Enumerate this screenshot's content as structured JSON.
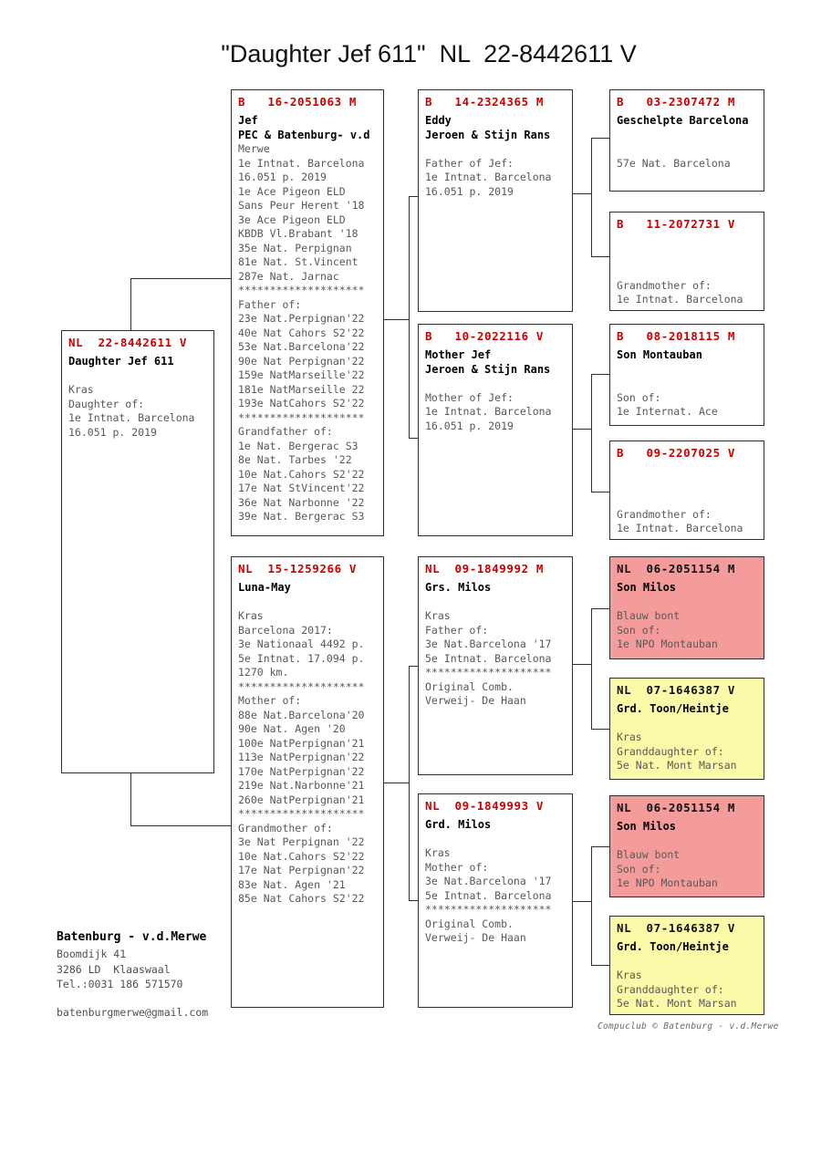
{
  "title": "\"Daughter Jef 611\"  NL  22-8442611 V",
  "colors": {
    "header_red": "#cc0000",
    "text_gray": "#585858",
    "pink": "#f49c9c",
    "yellow": "#fafaa8",
    "line": "#2e2e2e"
  },
  "boxes": [
    {
      "name": "Daughter Jef 611",
      "ring": "NL  22-8442611 V",
      "bg": "white",
      "header_color": "red",
      "lines": [
        {
          "t": "Daughter Jef 611",
          "b": true
        },
        {
          "t": "",
          "b": false
        },
        {
          "t": "Kras",
          "b": false
        },
        {
          "t": "Daughter of:",
          "b": false
        },
        {
          "t": "1e Intnat. Barcelona",
          "b": false
        },
        {
          "t": "16.051 p. 2019",
          "b": false
        }
      ]
    },
    {
      "name": "Jef",
      "ring": "B   16-2051063 M",
      "bg": "white",
      "header_color": "red",
      "lines": [
        {
          "t": "Jef",
          "b": true
        },
        {
          "t": "PEC & Batenburg- v.d",
          "b": true
        },
        {
          "t": "Merwe",
          "b": false
        },
        {
          "t": "1e Intnat. Barcelona",
          "b": false
        },
        {
          "t": "16.051 p. 2019",
          "b": false
        },
        {
          "t": "1e Ace Pigeon ELD",
          "b": false
        },
        {
          "t": "Sans Peur Herent '18",
          "b": false
        },
        {
          "t": "3e Ace Pigeon ELD",
          "b": false
        },
        {
          "t": "KBDB Vl.Brabant '18",
          "b": false
        },
        {
          "t": "35e Nat. Perpignan",
          "b": false
        },
        {
          "t": "81e Nat. St.Vincent",
          "b": false
        },
        {
          "t": "287e Nat. Jarnac",
          "b": false
        },
        {
          "t": "********************",
          "b": false
        },
        {
          "t": "Father of:",
          "b": false
        },
        {
          "t": "23e Nat.Perpignan'22",
          "b": false
        },
        {
          "t": "40e Nat Cahors S2'22",
          "b": false
        },
        {
          "t": "53e Nat.Barcelona'22",
          "b": false
        },
        {
          "t": "90e Nat Perpignan'22",
          "b": false
        },
        {
          "t": "159e NatMarseille'22",
          "b": false
        },
        {
          "t": "181e NatMarseille 22",
          "b": false
        },
        {
          "t": "193e NatCahors S2'22",
          "b": false
        },
        {
          "t": "********************",
          "b": false
        },
        {
          "t": "Grandfather of:",
          "b": false
        },
        {
          "t": "1e Nat. Bergerac S3",
          "b": false
        },
        {
          "t": "8e Nat. Tarbes '22",
          "b": false
        },
        {
          "t": "10e Nat.Cahors S2'22",
          "b": false
        },
        {
          "t": "17e Nat StVincent'22",
          "b": false
        },
        {
          "t": "36e Nat Narbonne '22",
          "b": false
        },
        {
          "t": "39e Nat. Bergerac S3",
          "b": false
        }
      ]
    },
    {
      "name": "Luna-May",
      "ring": "NL  15-1259266 V",
      "bg": "white",
      "header_color": "red",
      "lines": [
        {
          "t": "Luna-May",
          "b": true
        },
        {
          "t": "",
          "b": false
        },
        {
          "t": "Kras",
          "b": false
        },
        {
          "t": "Barcelona 2017:",
          "b": false
        },
        {
          "t": "3e Nationaal 4492 p.",
          "b": false
        },
        {
          "t": "5e Intnat. 17.094 p.",
          "b": false
        },
        {
          "t": "1270 km.",
          "b": false
        },
        {
          "t": "********************",
          "b": false
        },
        {
          "t": "Mother of:",
          "b": false
        },
        {
          "t": "88e Nat.Barcelona'20",
          "b": false
        },
        {
          "t": "90e Nat. Agen '20",
          "b": false
        },
        {
          "t": "100e NatPerpignan'21",
          "b": false
        },
        {
          "t": "113e NatPerpignan'22",
          "b": false
        },
        {
          "t": "170e NatPerpignan'22",
          "b": false
        },
        {
          "t": "219e Nat.Narbonne'21",
          "b": false
        },
        {
          "t": "260e NatPerpignan'21",
          "b": false
        },
        {
          "t": "********************",
          "b": false
        },
        {
          "t": "Grandmother of:",
          "b": false
        },
        {
          "t": "3e Nat Perpignan '22",
          "b": false
        },
        {
          "t": "10e Nat.Cahors S2'22",
          "b": false
        },
        {
          "t": "17e Nat Perpignan'22",
          "b": false
        },
        {
          "t": "83e Nat. Agen '21",
          "b": false
        },
        {
          "t": "85e Nat Cahors S2'22",
          "b": false
        }
      ]
    },
    {
      "name": "Eddy",
      "ring": "B   14-2324365 M",
      "bg": "white",
      "header_color": "red",
      "lines": [
        {
          "t": "Eddy",
          "b": true
        },
        {
          "t": "Jeroen & Stijn Rans",
          "b": true
        },
        {
          "t": "",
          "b": false
        },
        {
          "t": "Father of Jef:",
          "b": false
        },
        {
          "t": "1e Intnat. Barcelona",
          "b": false
        },
        {
          "t": "16.051 p. 2019",
          "b": false
        }
      ]
    },
    {
      "name": "Mother Jef",
      "ring": "B   10-2022116 V",
      "bg": "white",
      "header_color": "red",
      "lines": [
        {
          "t": "Mother Jef",
          "b": true
        },
        {
          "t": "Jeroen & Stijn Rans",
          "b": true
        },
        {
          "t": "",
          "b": false
        },
        {
          "t": "Mother of Jef:",
          "b": false
        },
        {
          "t": "1e Intnat. Barcelona",
          "b": false
        },
        {
          "t": "16.051 p. 2019",
          "b": false
        }
      ]
    },
    {
      "name": "Grs. Milos",
      "ring": "NL  09-1849992 M",
      "bg": "white",
      "header_color": "red",
      "lines": [
        {
          "t": "Grs. Milos",
          "b": true
        },
        {
          "t": "",
          "b": false
        },
        {
          "t": "Kras",
          "b": false
        },
        {
          "t": "Father of:",
          "b": false
        },
        {
          "t": "3e Nat.Barcelona '17",
          "b": false
        },
        {
          "t": "5e Intnat. Barcelona",
          "b": false
        },
        {
          "t": "********************",
          "b": false
        },
        {
          "t": "Original Comb.",
          "b": false
        },
        {
          "t": "Verweij- De Haan",
          "b": false
        }
      ]
    },
    {
      "name": "Grd. Milos",
      "ring": "NL  09-1849993 V",
      "bg": "white",
      "header_color": "red",
      "lines": [
        {
          "t": "Grd. Milos",
          "b": true
        },
        {
          "t": "",
          "b": false
        },
        {
          "t": "Kras",
          "b": false
        },
        {
          "t": "Mother of:",
          "b": false
        },
        {
          "t": "3e Nat.Barcelona '17",
          "b": false
        },
        {
          "t": "5e Intnat. Barcelona",
          "b": false
        },
        {
          "t": "********************",
          "b": false
        },
        {
          "t": "Original Comb.",
          "b": false
        },
        {
          "t": "Verweij- De Haan",
          "b": false
        }
      ]
    },
    {
      "name": "Geschelpte Barcelona",
      "ring": "B   03-2307472 M",
      "bg": "white",
      "header_color": "red",
      "lines": [
        {
          "t": "Geschelpte Barcelona",
          "b": true
        },
        {
          "t": "",
          "b": false
        },
        {
          "t": "",
          "b": false
        },
        {
          "t": "57e Nat. Barcelona",
          "b": false
        }
      ]
    },
    {
      "name": "B 11-2072731",
      "ring": "B   11-2072731 V",
      "bg": "white",
      "header_color": "red",
      "lines": [
        {
          "t": "",
          "b": false
        },
        {
          "t": "",
          "b": false
        },
        {
          "t": "",
          "b": false
        },
        {
          "t": "Grandmother of:",
          "b": false
        },
        {
          "t": "1e Intnat. Barcelona",
          "b": false
        }
      ]
    },
    {
      "name": "Son Montauban",
      "ring": "B   08-2018115 M",
      "bg": "white",
      "header_color": "red",
      "lines": [
        {
          "t": "Son Montauban",
          "b": true
        },
        {
          "t": "",
          "b": false
        },
        {
          "t": "",
          "b": false
        },
        {
          "t": "Son of:",
          "b": false
        },
        {
          "t": "1e Internat. Ace",
          "b": false
        }
      ]
    },
    {
      "name": "B 09-2207025",
      "ring": "B   09-2207025 V",
      "bg": "white",
      "header_color": "red",
      "lines": [
        {
          "t": "",
          "b": false
        },
        {
          "t": "",
          "b": false
        },
        {
          "t": "",
          "b": false
        },
        {
          "t": "Grandmother of:",
          "b": false
        },
        {
          "t": "1e Intnat. Barcelona",
          "b": false
        }
      ]
    },
    {
      "name": "Son Milos",
      "ring": "NL  06-2051154 M",
      "bg": "pink",
      "header_color": "black",
      "lines": [
        {
          "t": "Son Milos",
          "b": true
        },
        {
          "t": "",
          "b": false
        },
        {
          "t": "Blauw bont",
          "b": false
        },
        {
          "t": "Son of:",
          "b": false
        },
        {
          "t": "1e NPO Montauban",
          "b": false
        }
      ]
    },
    {
      "name": "Grd. Toon/Heintje",
      "ring": "NL  07-1646387 V",
      "bg": "yellow",
      "header_color": "black",
      "lines": [
        {
          "t": "Grd. Toon/Heintje",
          "b": true
        },
        {
          "t": "",
          "b": false
        },
        {
          "t": "Kras",
          "b": false
        },
        {
          "t": "Granddaughter of:",
          "b": false
        },
        {
          "t": "5e Nat. Mont Marsan",
          "b": false
        }
      ]
    },
    {
      "name": "Son Milos",
      "ring": "NL  06-2051154 M",
      "bg": "pink",
      "header_color": "black",
      "lines": [
        {
          "t": "Son Milos",
          "b": true
        },
        {
          "t": "",
          "b": false
        },
        {
          "t": "Blauw bont",
          "b": false
        },
        {
          "t": "Son of:",
          "b": false
        },
        {
          "t": "1e NPO Montauban",
          "b": false
        }
      ]
    },
    {
      "name": "Grd. Toon/Heintje",
      "ring": "NL  07-1646387 V",
      "bg": "yellow",
      "header_color": "black",
      "lines": [
        {
          "t": "Grd. Toon/Heintje",
          "b": true
        },
        {
          "t": "",
          "b": false
        },
        {
          "t": "Kras",
          "b": false
        },
        {
          "t": "Granddaughter of:",
          "b": false
        },
        {
          "t": "5e Nat. Mont Marsan",
          "b": false
        }
      ]
    }
  ],
  "footer": {
    "name": "Batenburg - v.d.Merwe",
    "address1": "Boomdijk 41",
    "address2": "3286 LD  Klaaswaal",
    "phone": "Tel.:0031 186 571570",
    "email": "batenburgmerwe@gmail.com"
  },
  "credit": "Compuclub © Batenburg - v.d.Merwe"
}
